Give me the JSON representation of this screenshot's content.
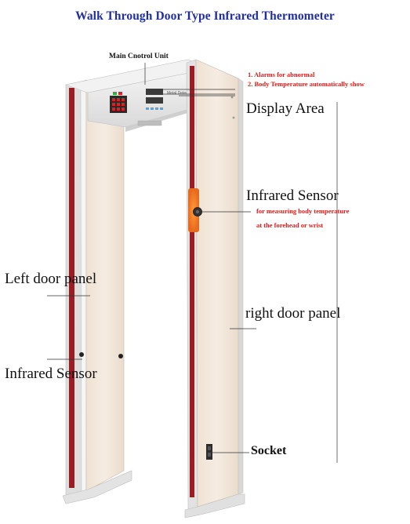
{
  "title": "Walk Through Door Type Infrared Thermometer",
  "labels": {
    "main_control_unit": "Main Cnotrol Unit",
    "display_area": "Display Area",
    "infrared_sensor_right": "Infrared Sensor",
    "left_door_panel": "Left door panel",
    "right_door_panel": "right door panel",
    "infrared_sensor_left": "Infrared Sensor",
    "socket": "Socket"
  },
  "notes": {
    "alarm_note_1": "1. Alarms for abnormal",
    "alarm_note_2": "2. Body Temperature automatically show",
    "sensor_note_1": "for measuring body temperature",
    "sensor_note_2": "at the forehead or wrist"
  },
  "device_text": {
    "brand_text": "Metal Detector"
  },
  "colors": {
    "title": "#1f2f9e",
    "note_red": "#e01b1b",
    "panel": "#f2e6da",
    "frame": "#f7f7f7",
    "edge_strip": "#9b1c22",
    "sensor_glow": "#f07a22"
  }
}
